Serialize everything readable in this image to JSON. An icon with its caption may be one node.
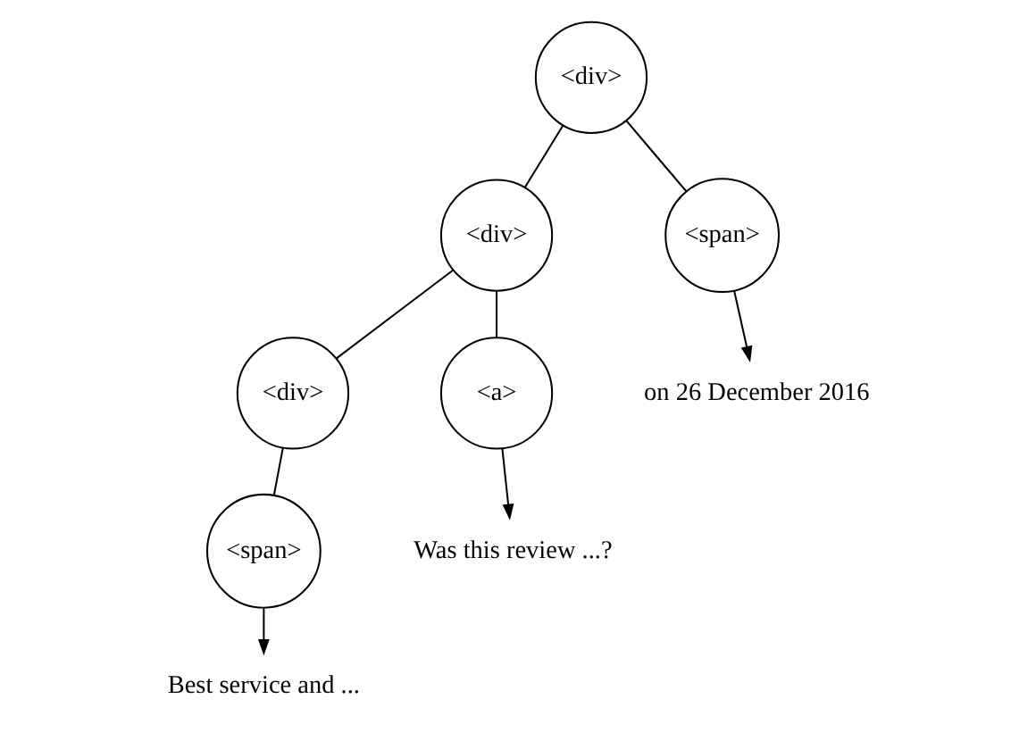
{
  "diagram": {
    "nodes": [
      {
        "text": [
          "<div>"
        ]
      },
      {
        "text": [
          "<div>"
        ]
      },
      {
        "text": [
          "<span>"
        ]
      },
      {
        "text": [
          "<div>"
        ]
      },
      {
        "text": [
          "<a>"
        ]
      },
      {
        "text": [
          "on 26 December 2016"
        ]
      },
      {
        "text": [
          "Was this review ...?"
        ]
      },
      {
        "text": [
          "<span>"
        ]
      },
      {
        "text": [
          "Best service and ..."
        ]
      }
    ],
    "edges": [
      {
        "from": 0,
        "to": 1,
        "arrow": "none"
      },
      {
        "from": 0,
        "to": 2,
        "arrow": "none"
      },
      {
        "from": 1,
        "to": 3,
        "arrow": "none"
      },
      {
        "from": 1,
        "to": 4,
        "arrow": "none"
      },
      {
        "from": 2,
        "to": 5,
        "arrow": "to"
      },
      {
        "from": 4,
        "to": 6,
        "arrow": "to"
      },
      {
        "from": 3,
        "to": 7,
        "arrow": "none"
      },
      {
        "from": 7,
        "to": 8,
        "arrow": "to"
      }
    ]
  }
}
